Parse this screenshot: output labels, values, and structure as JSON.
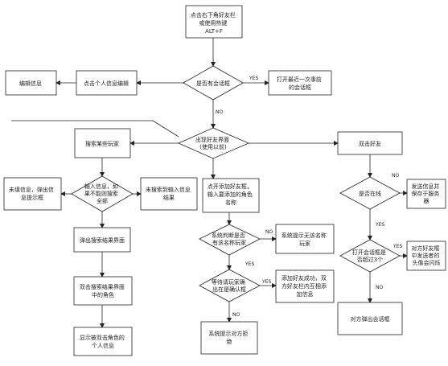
{
  "nodes": {
    "start": [
      "点击右下角好友栏",
      "或使用热键",
      "ALT+F"
    ],
    "has_chat": [
      "是否有会话框"
    ],
    "open_recent": [
      "打开最近一次事前",
      "的会话框"
    ],
    "edit_info": [
      "编辑信息"
    ],
    "click_personal": [
      "点击个人信息编辑"
    ],
    "friend_ui": [
      "出现好友界面",
      "(使用以前)"
    ],
    "search_player": [
      "搜索某些玩家"
    ],
    "double_friend": [
      "双击好友"
    ],
    "input_info": [
      "输入信息，如",
      "果不能则搜索",
      "全部"
    ],
    "no_info": [
      "未填信息，弹出信",
      "息提示框"
    ],
    "search_result_input": [
      "未搜索到输入信息",
      "结果"
    ],
    "click_add": [
      "点开添加好友框，",
      "输入要添加的角色",
      "名称"
    ],
    "online_check": [
      "是否在线"
    ],
    "offline_msg": [
      "发送信息并",
      "保存于服务",
      "器"
    ],
    "popup_result": [
      "弹出搜索结果界面"
    ],
    "sys_judge": [
      "系统判断是否",
      "有该名称玩家"
    ],
    "no_player_msg": [
      "系统提示无该名称",
      "玩家"
    ],
    "chat_count": [
      "打开会话框是",
      "否超过3个"
    ],
    "flash_msg": [
      "对方好友框",
      "中发送者的",
      "头像会闪烁"
    ],
    "double_result": [
      "双击搜索结果界面",
      "中的角色"
    ],
    "wait_confirm": [
      "等待请玩家确",
      "出在是确认框"
    ],
    "add_success": [
      "添加好友成功，双",
      "方好友栏内互相添",
      "加信息"
    ],
    "popup_chat": [
      "对方弹出会话框"
    ],
    "show_role": [
      "显示被双击角色的",
      "个人信息"
    ],
    "sys_reject": [
      "系统提示对方拒",
      "绝"
    ]
  },
  "edge_labels": {
    "yes": "YES",
    "no": "NO"
  }
}
